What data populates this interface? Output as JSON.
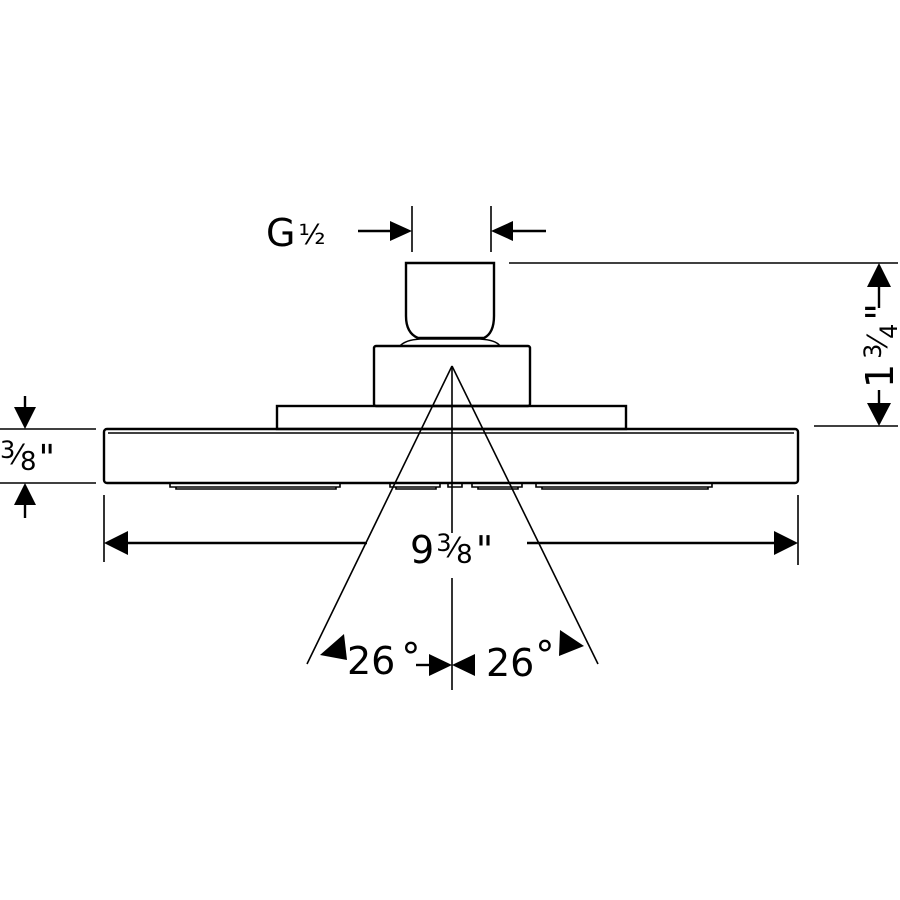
{
  "thread_label": {
    "main": "G",
    "fraction": "½"
  },
  "width_label": {
    "whole": "9",
    "num": "3",
    "den": "8",
    "unit": "\""
  },
  "thickness_label": {
    "num": "3",
    "den": "8",
    "unit": "\""
  },
  "height_label": {
    "whole": "1",
    "num": "3",
    "den": "4",
    "unit": "\""
  },
  "spray_angle_left": {
    "value": "26",
    "unit": "°"
  },
  "spray_angle_right": {
    "value": "26",
    "unit": "°"
  }
}
